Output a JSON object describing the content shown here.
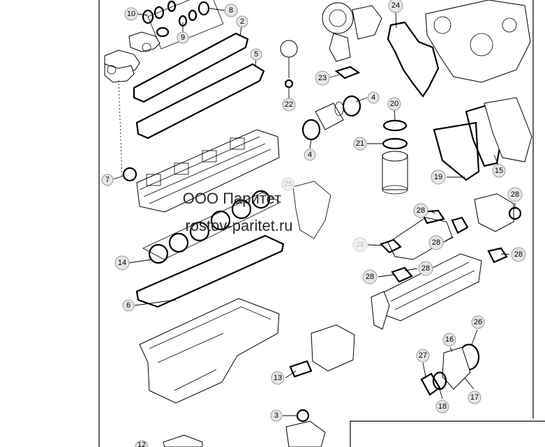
{
  "watermark": {
    "company": "ООО Паритет",
    "site": "rostov-paritet.ru"
  },
  "callouts": [
    {
      "id": "c10",
      "label": "10",
      "faded": false
    },
    {
      "id": "c8",
      "label": "8",
      "faded": false
    },
    {
      "id": "c9",
      "label": "9",
      "faded": false
    },
    {
      "id": "c2",
      "label": "2",
      "faded": false
    },
    {
      "id": "c5",
      "label": "5",
      "faded": false
    },
    {
      "id": "c7",
      "label": "7",
      "faded": false
    },
    {
      "id": "c14",
      "label": "14",
      "faded": false
    },
    {
      "id": "c6",
      "label": "6",
      "faded": false
    },
    {
      "id": "c22",
      "label": "22",
      "faded": false
    },
    {
      "id": "c23",
      "label": "23",
      "faded": false
    },
    {
      "id": "c24",
      "label": "24",
      "faded": false
    },
    {
      "id": "c4a",
      "label": "4",
      "faded": false
    },
    {
      "id": "c4b",
      "label": "4",
      "faded": false
    },
    {
      "id": "c20",
      "label": "20",
      "faded": false
    },
    {
      "id": "c21",
      "label": "21",
      "faded": false
    },
    {
      "id": "c25",
      "label": "25",
      "faded": true
    },
    {
      "id": "c19",
      "label": "19",
      "faded": false
    },
    {
      "id": "c15",
      "label": "15",
      "faded": false
    },
    {
      "id": "c28a",
      "label": "28",
      "faded": false
    },
    {
      "id": "c28b",
      "label": "28",
      "faded": false
    },
    {
      "id": "c28c",
      "label": "28",
      "faded": true
    },
    {
      "id": "c28d",
      "label": "28",
      "faded": false
    },
    {
      "id": "c28e",
      "label": "28",
      "faded": false
    },
    {
      "id": "c28f",
      "label": "28",
      "faded": false
    },
    {
      "id": "c28g",
      "label": "28",
      "faded": false
    },
    {
      "id": "c26",
      "label": "26",
      "faded": false
    },
    {
      "id": "c27",
      "label": "27",
      "faded": false
    },
    {
      "id": "c16",
      "label": "16",
      "faded": false
    },
    {
      "id": "c17",
      "label": "17",
      "faded": false
    },
    {
      "id": "c18",
      "label": "18",
      "faded": false
    },
    {
      "id": "c13",
      "label": "13",
      "faded": false
    },
    {
      "id": "c3",
      "label": "3",
      "faded": false
    },
    {
      "id": "c12",
      "label": "12",
      "faded": false
    }
  ]
}
